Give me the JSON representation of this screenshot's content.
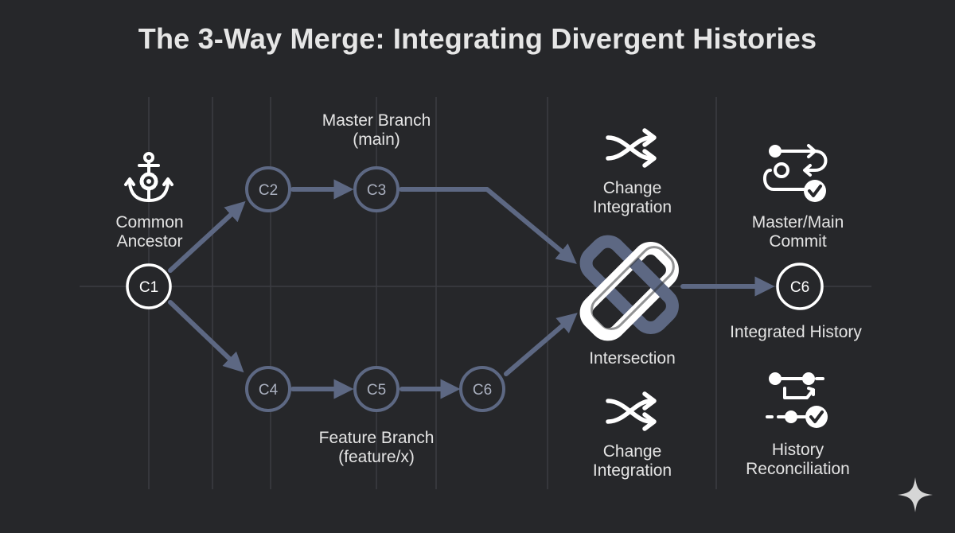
{
  "title": "The 3-Way Merge: Integrating Divergent Histories",
  "labels": {
    "common_ancestor": "Common\nAncestor",
    "master_branch": "Master Branch\n(main)",
    "feature_branch": "Feature Branch\n(feature/x)",
    "change_integration_top": "Change\nIntegration",
    "change_integration_bottom": "Change\nIntegration",
    "intersection": "Intersection",
    "master_main_commit": "Master/Main\nCommit",
    "integrated_history": "Integrated History",
    "history_reconciliation": "History\nReconciliation"
  },
  "commits": {
    "c1": "C1",
    "c2": "C2",
    "c3": "C3",
    "c4": "C4",
    "c5": "C5",
    "c6_feature": "C6",
    "c6_merge": "C6"
  },
  "icons": {
    "ancestor": "anchor-gear-icon",
    "change_top": "shuffle-icon",
    "change_bottom": "shuffle-icon",
    "merge": "interlocked-links-icon",
    "commit": "commit-flow-check-icon",
    "reconcile": "reconcile-flow-check-icon",
    "sparkle": "sparkle-icon"
  },
  "colors": {
    "background": "#26272a",
    "grid": "#3c3d42",
    "branch": "#5d6883",
    "node_text_muted": "#aab0bf",
    "highlight": "#ffffff"
  }
}
